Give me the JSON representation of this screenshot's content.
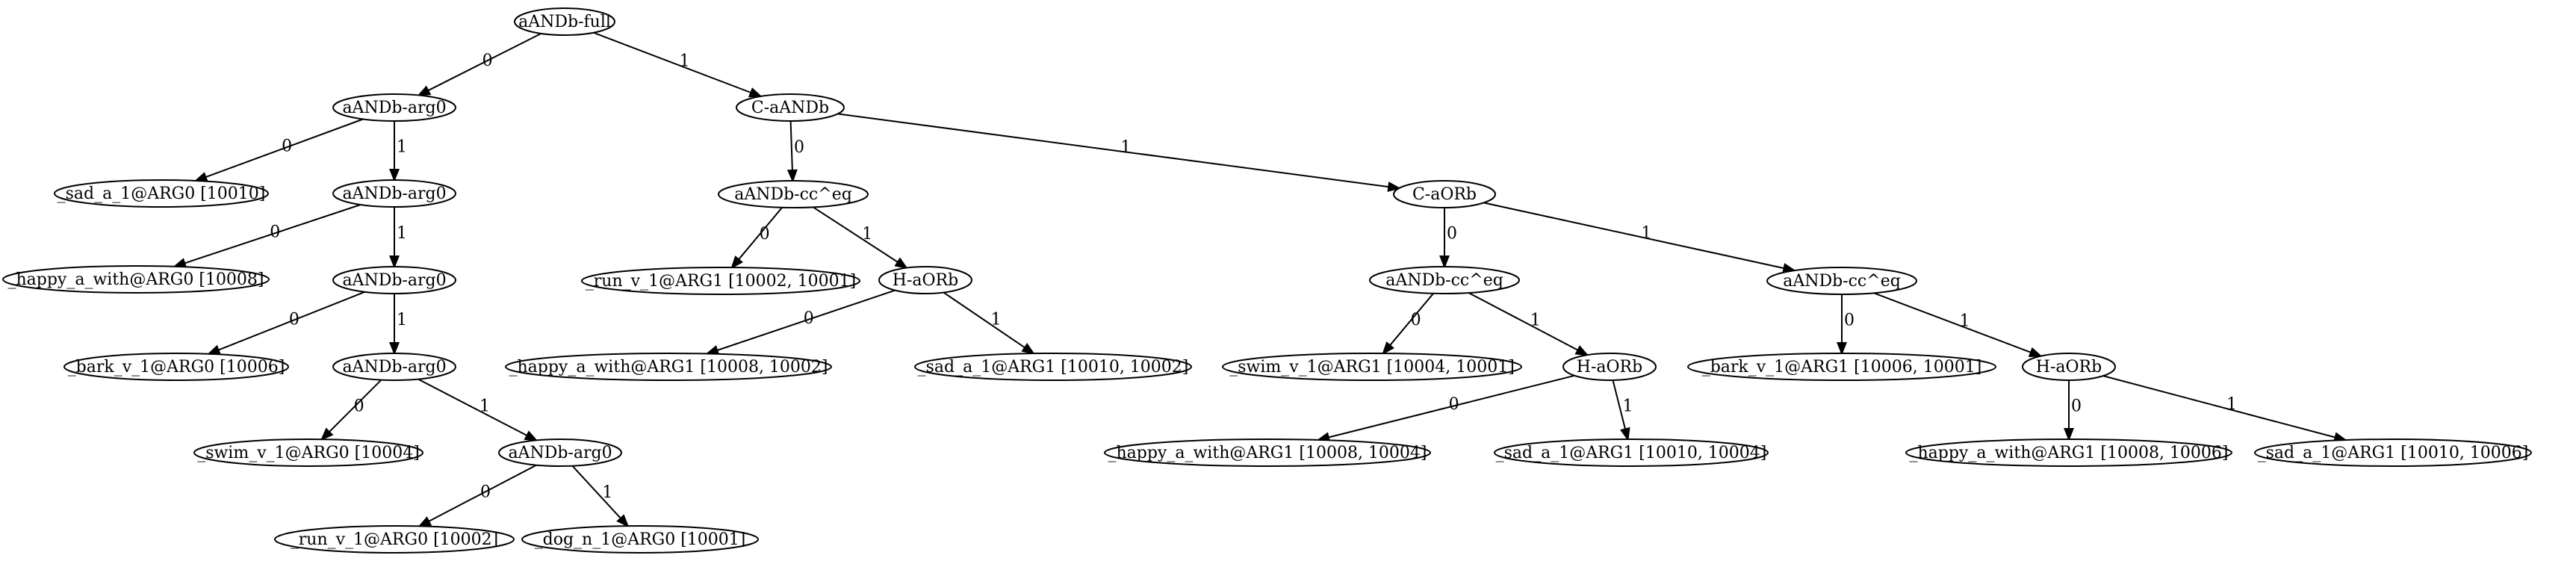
{
  "graph": {
    "nodes": [
      {
        "id": "n_root",
        "label": "aANDb-full"
      },
      {
        "id": "n_arg0_1",
        "label": "aANDb-arg0"
      },
      {
        "id": "n_caandb",
        "label": "C-aANDb"
      },
      {
        "id": "n_sad_arg0",
        "label": "_sad_a_1@ARG0 [10010]"
      },
      {
        "id": "n_arg0_2",
        "label": "aANDb-arg0"
      },
      {
        "id": "n_cceq_1",
        "label": "aANDb-cc^eq"
      },
      {
        "id": "n_caorb",
        "label": "C-aORb"
      },
      {
        "id": "n_happy_arg0",
        "label": "_happy_a_with@ARG0 [10008]"
      },
      {
        "id": "n_arg0_3",
        "label": "aANDb-arg0"
      },
      {
        "id": "n_run_arg1",
        "label": "_run_v_1@ARG1 [10002, 10001]"
      },
      {
        "id": "n_horb_1",
        "label": "H-aORb"
      },
      {
        "id": "n_cceq_2",
        "label": "aANDb-cc^eq"
      },
      {
        "id": "n_cceq_3",
        "label": "aANDb-cc^eq"
      },
      {
        "id": "n_bark_arg0",
        "label": "_bark_v_1@ARG0 [10006]"
      },
      {
        "id": "n_arg0_4",
        "label": "aANDb-arg0"
      },
      {
        "id": "n_happy_arg1_10002",
        "label": "_happy_a_with@ARG1 [10008, 10002]"
      },
      {
        "id": "n_sad_arg1_10002",
        "label": "_sad_a_1@ARG1 [10010, 10002]"
      },
      {
        "id": "n_swim_arg1",
        "label": "_swim_v_1@ARG1 [10004, 10001]"
      },
      {
        "id": "n_horb_2",
        "label": "H-aORb"
      },
      {
        "id": "n_bark_arg1",
        "label": "_bark_v_1@ARG1 [10006, 10001]"
      },
      {
        "id": "n_horb_3",
        "label": "H-aORb"
      },
      {
        "id": "n_swim_arg0",
        "label": "_swim_v_1@ARG0 [10004]"
      },
      {
        "id": "n_arg0_5",
        "label": "aANDb-arg0"
      },
      {
        "id": "n_happy_arg1_10004",
        "label": "_happy_a_with@ARG1 [10008, 10004]"
      },
      {
        "id": "n_sad_arg1_10004",
        "label": "_sad_a_1@ARG1 [10010, 10004]"
      },
      {
        "id": "n_happy_arg1_10006",
        "label": "_happy_a_with@ARG1 [10008, 10006]"
      },
      {
        "id": "n_sad_arg1_10006",
        "label": "_sad_a_1@ARG1 [10010, 10006]"
      },
      {
        "id": "n_run_arg0",
        "label": "_run_v_1@ARG0 [10002]"
      },
      {
        "id": "n_dog_arg0",
        "label": "_dog_n_1@ARG0 [10001]"
      }
    ],
    "edges": [
      {
        "from": "n_root",
        "to": "n_arg0_1",
        "label": "0"
      },
      {
        "from": "n_root",
        "to": "n_caandb",
        "label": "1"
      },
      {
        "from": "n_arg0_1",
        "to": "n_sad_arg0",
        "label": "0"
      },
      {
        "from": "n_arg0_1",
        "to": "n_arg0_2",
        "label": "1"
      },
      {
        "from": "n_caandb",
        "to": "n_cceq_1",
        "label": "0"
      },
      {
        "from": "n_caandb",
        "to": "n_caorb",
        "label": "1"
      },
      {
        "from": "n_arg0_2",
        "to": "n_happy_arg0",
        "label": "0"
      },
      {
        "from": "n_arg0_2",
        "to": "n_arg0_3",
        "label": "1"
      },
      {
        "from": "n_cceq_1",
        "to": "n_run_arg1",
        "label": "0"
      },
      {
        "from": "n_cceq_1",
        "to": "n_horb_1",
        "label": "1"
      },
      {
        "from": "n_caorb",
        "to": "n_cceq_2",
        "label": "0"
      },
      {
        "from": "n_caorb",
        "to": "n_cceq_3",
        "label": "1"
      },
      {
        "from": "n_arg0_3",
        "to": "n_bark_arg0",
        "label": "0"
      },
      {
        "from": "n_arg0_3",
        "to": "n_arg0_4",
        "label": "1"
      },
      {
        "from": "n_horb_1",
        "to": "n_happy_arg1_10002",
        "label": "0"
      },
      {
        "from": "n_horb_1",
        "to": "n_sad_arg1_10002",
        "label": "1"
      },
      {
        "from": "n_cceq_2",
        "to": "n_swim_arg1",
        "label": "0"
      },
      {
        "from": "n_cceq_2",
        "to": "n_horb_2",
        "label": "1"
      },
      {
        "from": "n_cceq_3",
        "to": "n_bark_arg1",
        "label": "0"
      },
      {
        "from": "n_cceq_3",
        "to": "n_horb_3",
        "label": "1"
      },
      {
        "from": "n_arg0_4",
        "to": "n_swim_arg0",
        "label": "0"
      },
      {
        "from": "n_arg0_4",
        "to": "n_arg0_5",
        "label": "1"
      },
      {
        "from": "n_horb_2",
        "to": "n_happy_arg1_10004",
        "label": "0"
      },
      {
        "from": "n_horb_2",
        "to": "n_sad_arg1_10004",
        "label": "1"
      },
      {
        "from": "n_horb_3",
        "to": "n_happy_arg1_10006",
        "label": "0"
      },
      {
        "from": "n_horb_3",
        "to": "n_sad_arg1_10006",
        "label": "1"
      },
      {
        "from": "n_arg0_5",
        "to": "n_run_arg0",
        "label": "0"
      },
      {
        "from": "n_arg0_5",
        "to": "n_dog_arg0",
        "label": "1"
      }
    ]
  }
}
